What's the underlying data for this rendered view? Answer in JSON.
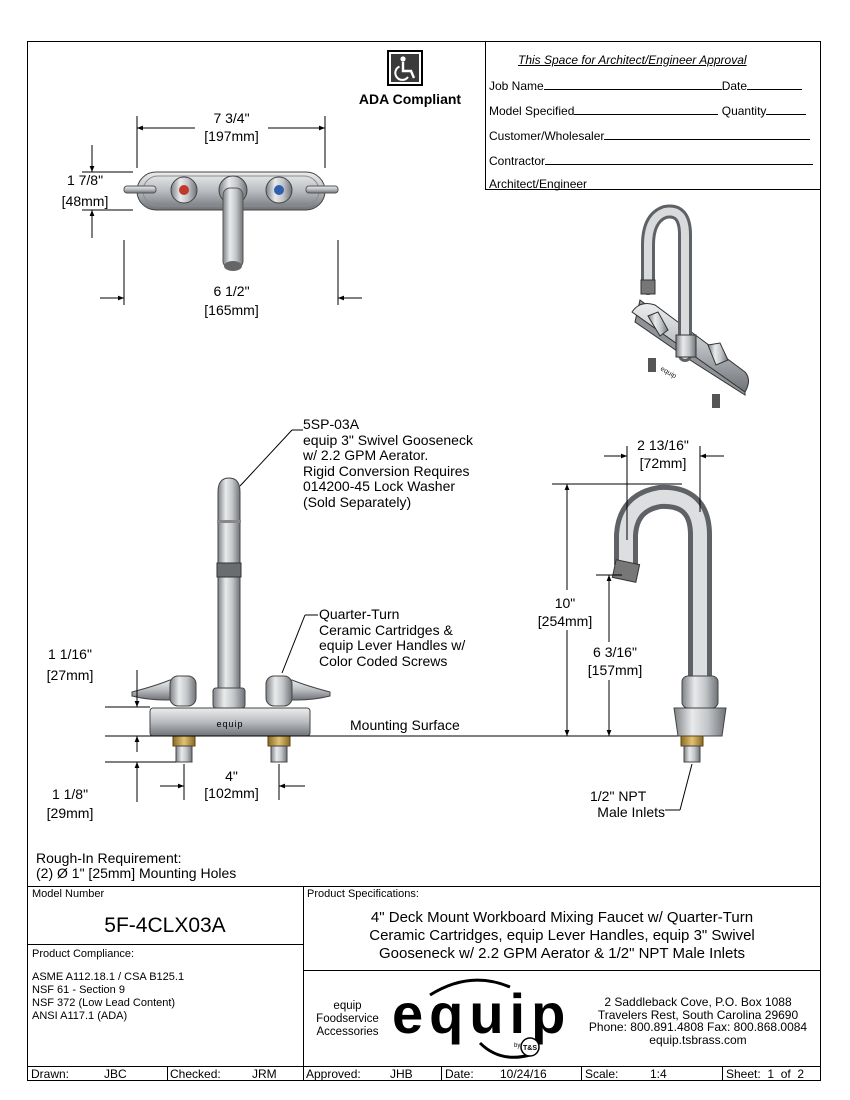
{
  "ada": {
    "label": "ADA Compliant",
    "icon": "wheelchair-icon"
  },
  "approval": {
    "title": "This Space for Architect/Engineer Approval",
    "job_name": "Job Name",
    "date": "Date",
    "model_specified": "Model Specified",
    "quantity": "Quantity",
    "customer": "Customer/Wholesaler",
    "contractor": "Contractor",
    "architect": "Architect/Engineer"
  },
  "dims": {
    "top_width_in": "7 3/4\"",
    "top_width_mm": "197mm",
    "top_height_in": "1 7/8\"",
    "top_height_mm": "48mm",
    "bottom_width_in": "6 1/2\"",
    "bottom_width_mm": "165mm",
    "handle_height_in": "1 1/16\"",
    "handle_height_mm": "27mm",
    "shank_in": "1 1/8\"",
    "shank_mm": "29mm",
    "center_in": "4\"",
    "center_mm": "102mm",
    "reach_in": "2 13/16\"",
    "reach_mm": "72mm",
    "total_height_in": "10\"",
    "total_height_mm": "254mm",
    "spout_height_in": "6 3/16\"",
    "spout_height_mm": "157mm"
  },
  "callouts": {
    "gooseneck": [
      "5SP-03A",
      "equip 3\" Swivel Gooseneck",
      "w/ 2.2 GPM Aerator.",
      "Rigid Conversion Requires",
      "014200-45 Lock Washer",
      "(Sold Separately)"
    ],
    "cartridges": [
      "Quarter-Turn",
      "Ceramic Cartridges &",
      "equip Lever Handles w/",
      "Color Coded Screws"
    ],
    "mounting_surface": "Mounting Surface",
    "inlets": [
      "1/2\" NPT",
      "Male Inlets"
    ],
    "rough_in": [
      "Rough-In Requirement:",
      "(2) Ø 1\" [25mm] Mounting Holes"
    ],
    "body_text": "equip"
  },
  "title_block": {
    "model_number_label": "Model Number",
    "model_number": "5F-4CLX03A",
    "product_specs_label": "Product Specifications:",
    "product_specs": [
      "4\" Deck Mount Workboard Mixing Faucet w/ Quarter-Turn",
      "Ceramic Cartridges, equip Lever Handles, equip 3\" Swivel",
      "Gooseneck w/ 2.2 GPM Aerator & 1/2\" NPT Male Inlets"
    ],
    "compliance_label": "Product Compliance:",
    "compliance": [
      "ASME A112.18.1 / CSA B125.1",
      "NSF 61 - Section 9",
      "NSF 372 (Low Lead Content)",
      "ANSI A117.1 (ADA)"
    ],
    "brand_lines": [
      "equip",
      "Foodservice",
      "Accessories"
    ],
    "logo_text": "equip",
    "logo_by": "by",
    "logo_ts": "T&S",
    "address": [
      "2 Saddleback Cove, P.O. Box 1088",
      "Travelers Rest, South Carolina 29690",
      "Phone: 800.891.4808  Fax: 800.868.0084",
      "equip.tsbrass.com"
    ],
    "drawn_label": "Drawn:",
    "drawn": "JBC",
    "checked_label": "Checked:",
    "checked": "JRM",
    "approved_label": "Approved:",
    "approved": "JHB",
    "date_label": "Date:",
    "date": "10/24/16",
    "scale_label": "Scale:",
    "scale": "1:4",
    "sheet_label": "Sheet:",
    "sheet": "1",
    "of_label": "of",
    "sheet_total": "2"
  },
  "colors": {
    "hot": "#c0392b",
    "cold": "#2e5fb0",
    "brass": "#c8a24a",
    "chrome": "#b9bcc0"
  }
}
